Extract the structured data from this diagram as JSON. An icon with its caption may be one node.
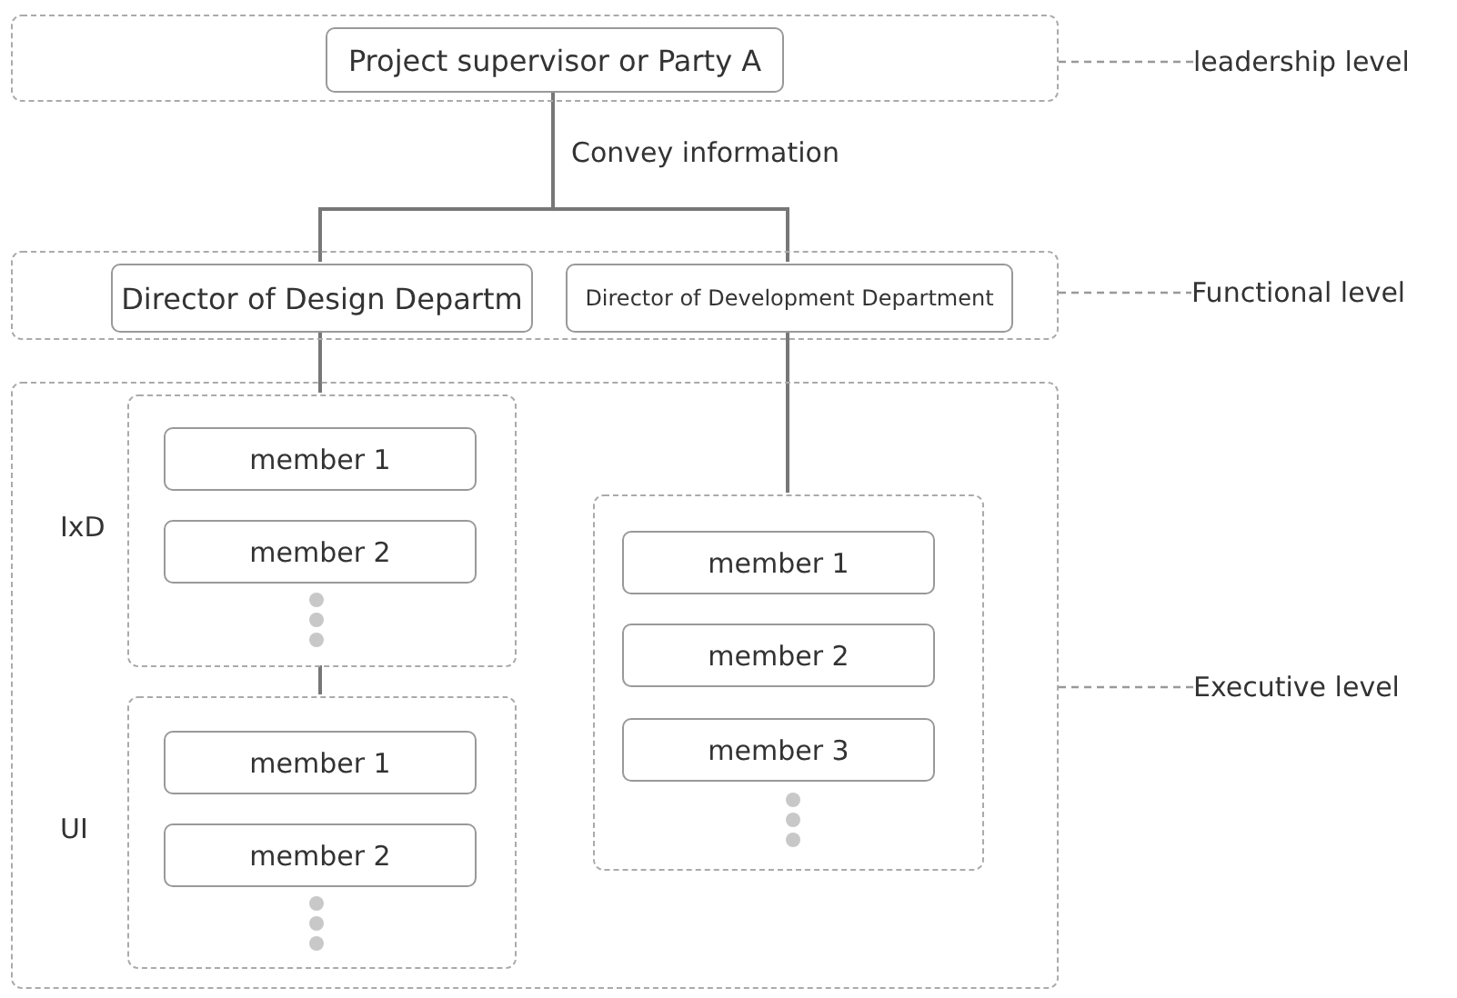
{
  "diagram": {
    "nodes": [
      {
        "text": [],
        "shape": "box"
      },
      {
        "text": [
          "Project supervisor or Party A"
        ],
        "in": 0
      },
      {
        "text": [],
        "shape": "box"
      },
      {
        "text": [
          "Director of Design Departm"
        ],
        "in": 2
      },
      {
        "text": [
          "Director of Development Department"
        ],
        "in": 2
      },
      {
        "text": [],
        "shape": "box"
      },
      {
        "text": [
          "IxD"
        ],
        "in": 5
      },
      {
        "text": [
          "member 1"
        ],
        "in": 6
      },
      {
        "text": [
          "member 2"
        ],
        "in": 6
      },
      {
        "text": [
          "UI"
        ],
        "in": 5
      },
      {
        "text": [
          "member 1"
        ],
        "in": 9
      },
      {
        "text": [
          "member 2"
        ],
        "in": 9
      },
      {
        "text": [],
        "shape": "box",
        "in": 5
      },
      {
        "text": [
          "member 1"
        ],
        "in": 12
      },
      {
        "text": [
          "member 2"
        ],
        "in": 12
      },
      {
        "text": [
          "member 3"
        ],
        "in": 12
      },
      {
        "text": [
          "leadership level"
        ]
      },
      {
        "text": [
          "Functional level"
        ]
      },
      {
        "text": [
          "Executive level"
        ]
      }
    ],
    "edges": [
      {
        "from": 1,
        "to": 3,
        "arrow": "none",
        "label": "Convey information"
      },
      {
        "from": 1,
        "to": 4,
        "arrow": "none"
      },
      {
        "from": 3,
        "to": 6,
        "arrow": "none"
      },
      {
        "from": 6,
        "to": 9,
        "arrow": "none"
      },
      {
        "from": 4,
        "to": 12,
        "arrow": "none"
      },
      {
        "from": 0,
        "to": 16,
        "arrow": "none",
        "style": "dashed",
        "color": "#999999"
      },
      {
        "from": 2,
        "to": 17,
        "arrow": "none",
        "style": "dashed",
        "color": "#999999"
      },
      {
        "from": 5,
        "to": 18,
        "arrow": "none",
        "style": "dashed",
        "color": "#999999"
      }
    ]
  }
}
